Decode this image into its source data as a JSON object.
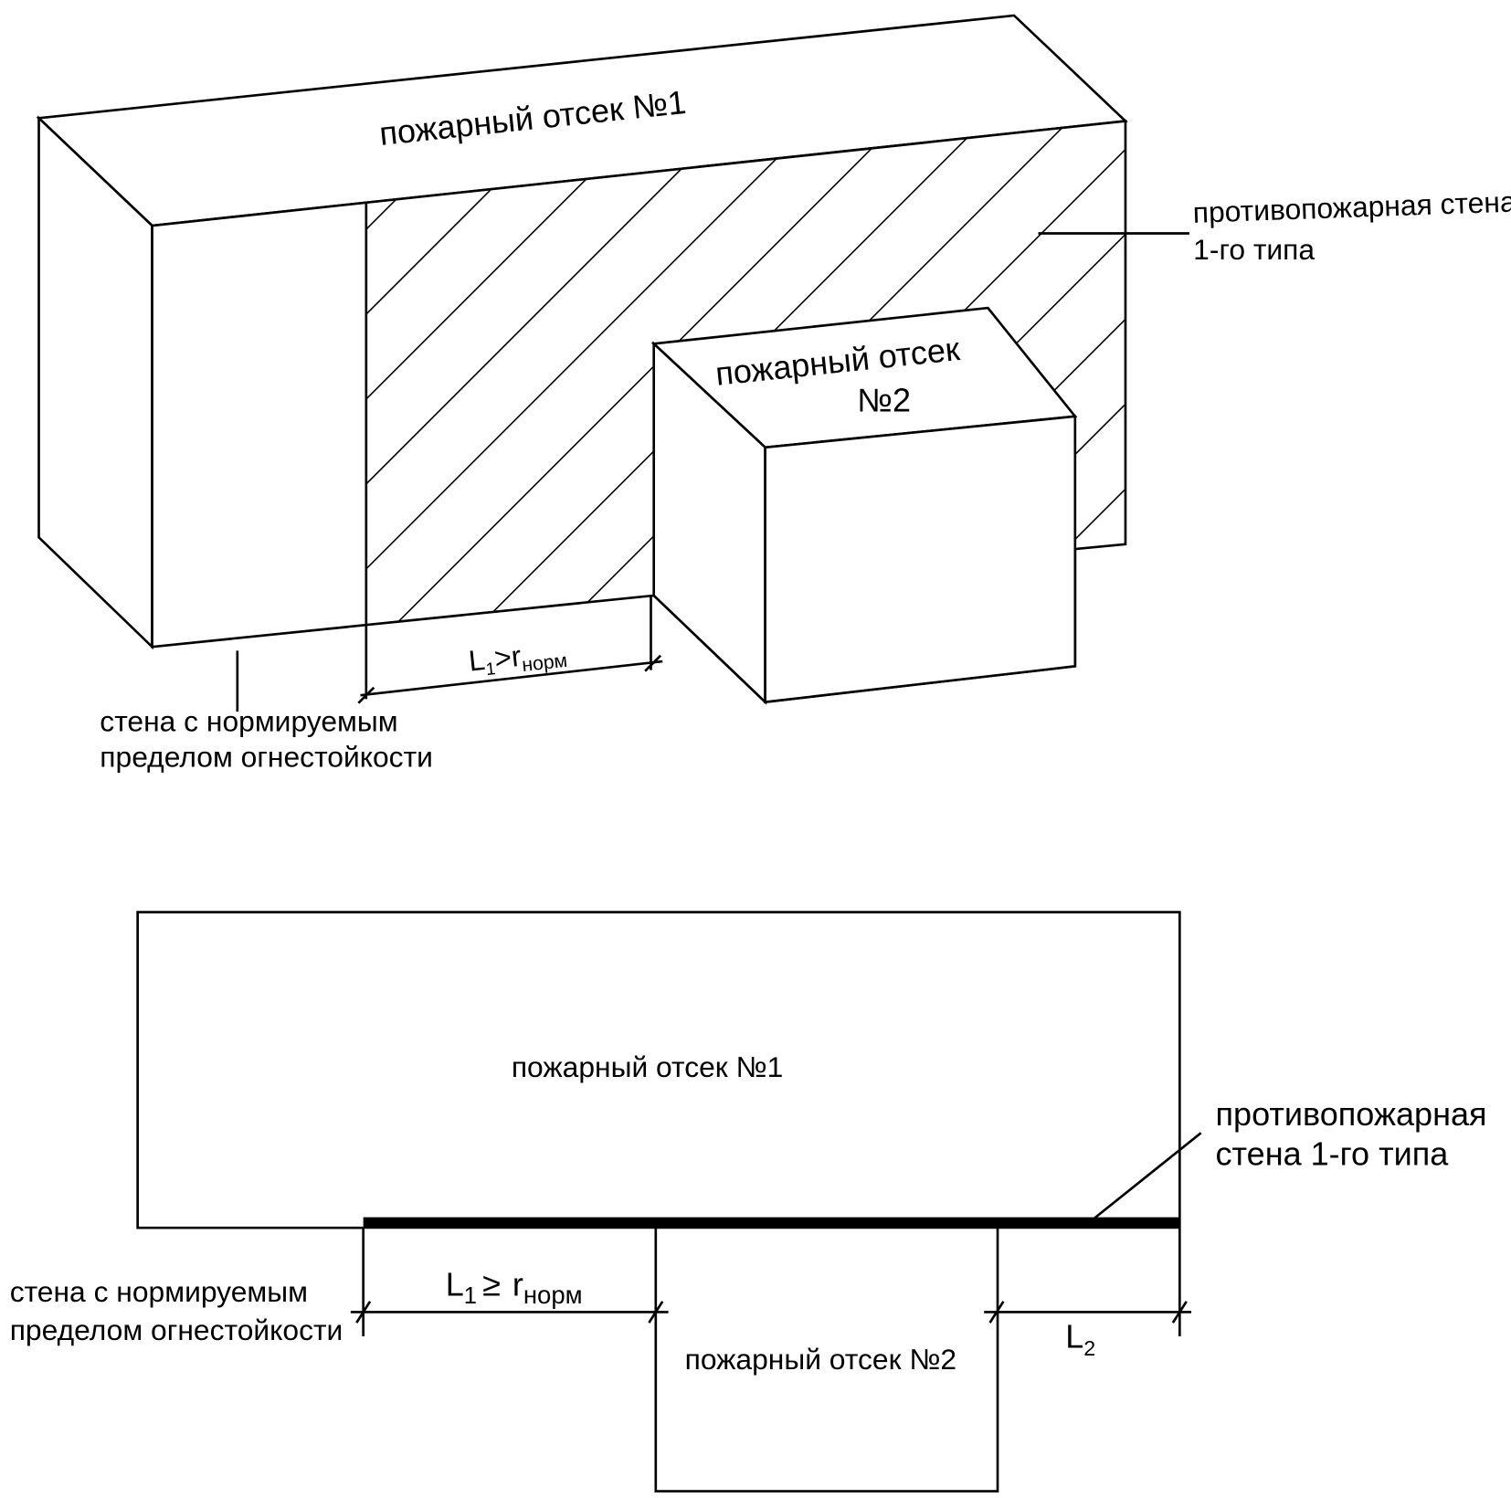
{
  "top_view": {
    "compartment1_label": "пожарный отсек №1",
    "compartment2_label_line1": "пожарный отсек",
    "compartment2_label_line2": "№2",
    "firewall_label_line1": "противопожарная стена",
    "firewall_label_line2": "1-го типа",
    "wall_label_line1": "стена с нормируемым",
    "wall_label_line2": "пределом огнестойкости",
    "dimension": {
      "L": "L",
      "sub": "1",
      "op": ">",
      "r": "r",
      "rsub": "норм"
    }
  },
  "plan_view": {
    "compartment1_label": "пожарный отсек №1",
    "compartment2_label": "пожарный отсек №2",
    "firewall_label_line1": "противопожарная",
    "firewall_label_line2": "стена 1-го типа",
    "wall_label_line1": "стена с нормируемым",
    "wall_label_line2": "пределом огнестойкости",
    "dimension1": {
      "L": "L",
      "sub": "1",
      "op": "≥",
      "r": "r",
      "rsub": "норм"
    },
    "dimension2": {
      "L": "L",
      "sub": "2"
    }
  }
}
